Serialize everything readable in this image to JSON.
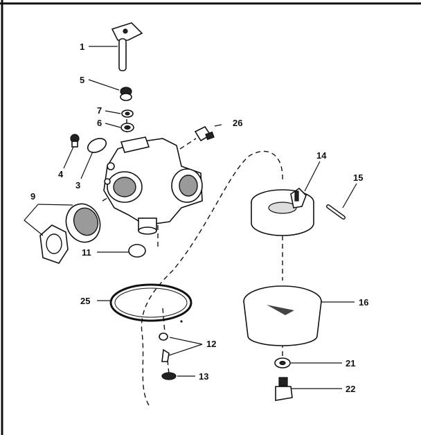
{
  "labels": {
    "p1": "1",
    "p3": "3",
    "p4": "4",
    "p5": "5",
    "p6": "6",
    "p7": "7",
    "p9": "9",
    "p11": "11",
    "p12": "12",
    "p13": "13",
    "p14": "14",
    "p15": "15",
    "p16": "16",
    "p21": "21",
    "p22": "22",
    "p25": "25",
    "p26": "26"
  }
}
